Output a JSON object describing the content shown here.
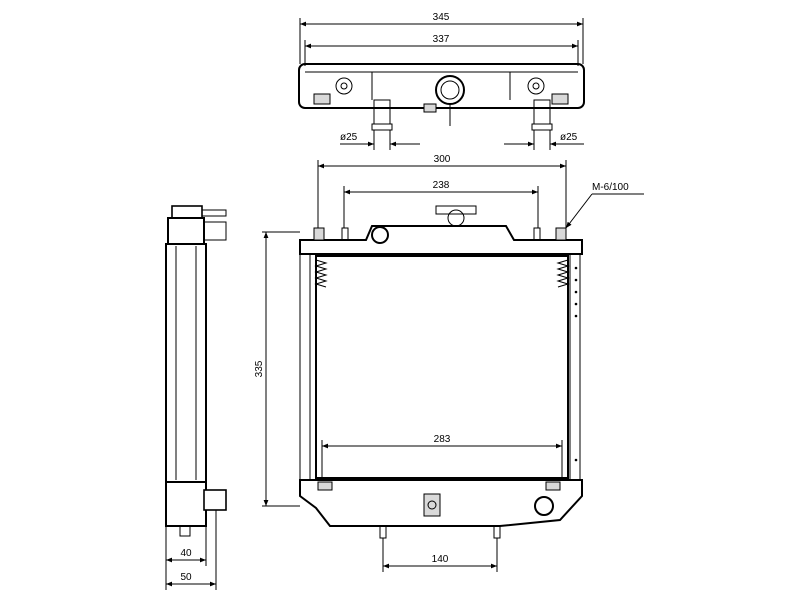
{
  "dimensions": {
    "top_width_overall": "345",
    "top_width_inner": "337",
    "pipe_left": "ø25",
    "pipe_right": "ø25",
    "core_width_300": "300",
    "mount_spacing": "238",
    "thread_spec": "M-6/100",
    "height": "335",
    "core_lower_width": "283",
    "bottom_pipe_spacing": "140",
    "side_depth_40": "40",
    "side_depth_50": "50"
  },
  "colors": {
    "line": "#000000",
    "background": "#ffffff",
    "shade": "#d9d9d9"
  }
}
